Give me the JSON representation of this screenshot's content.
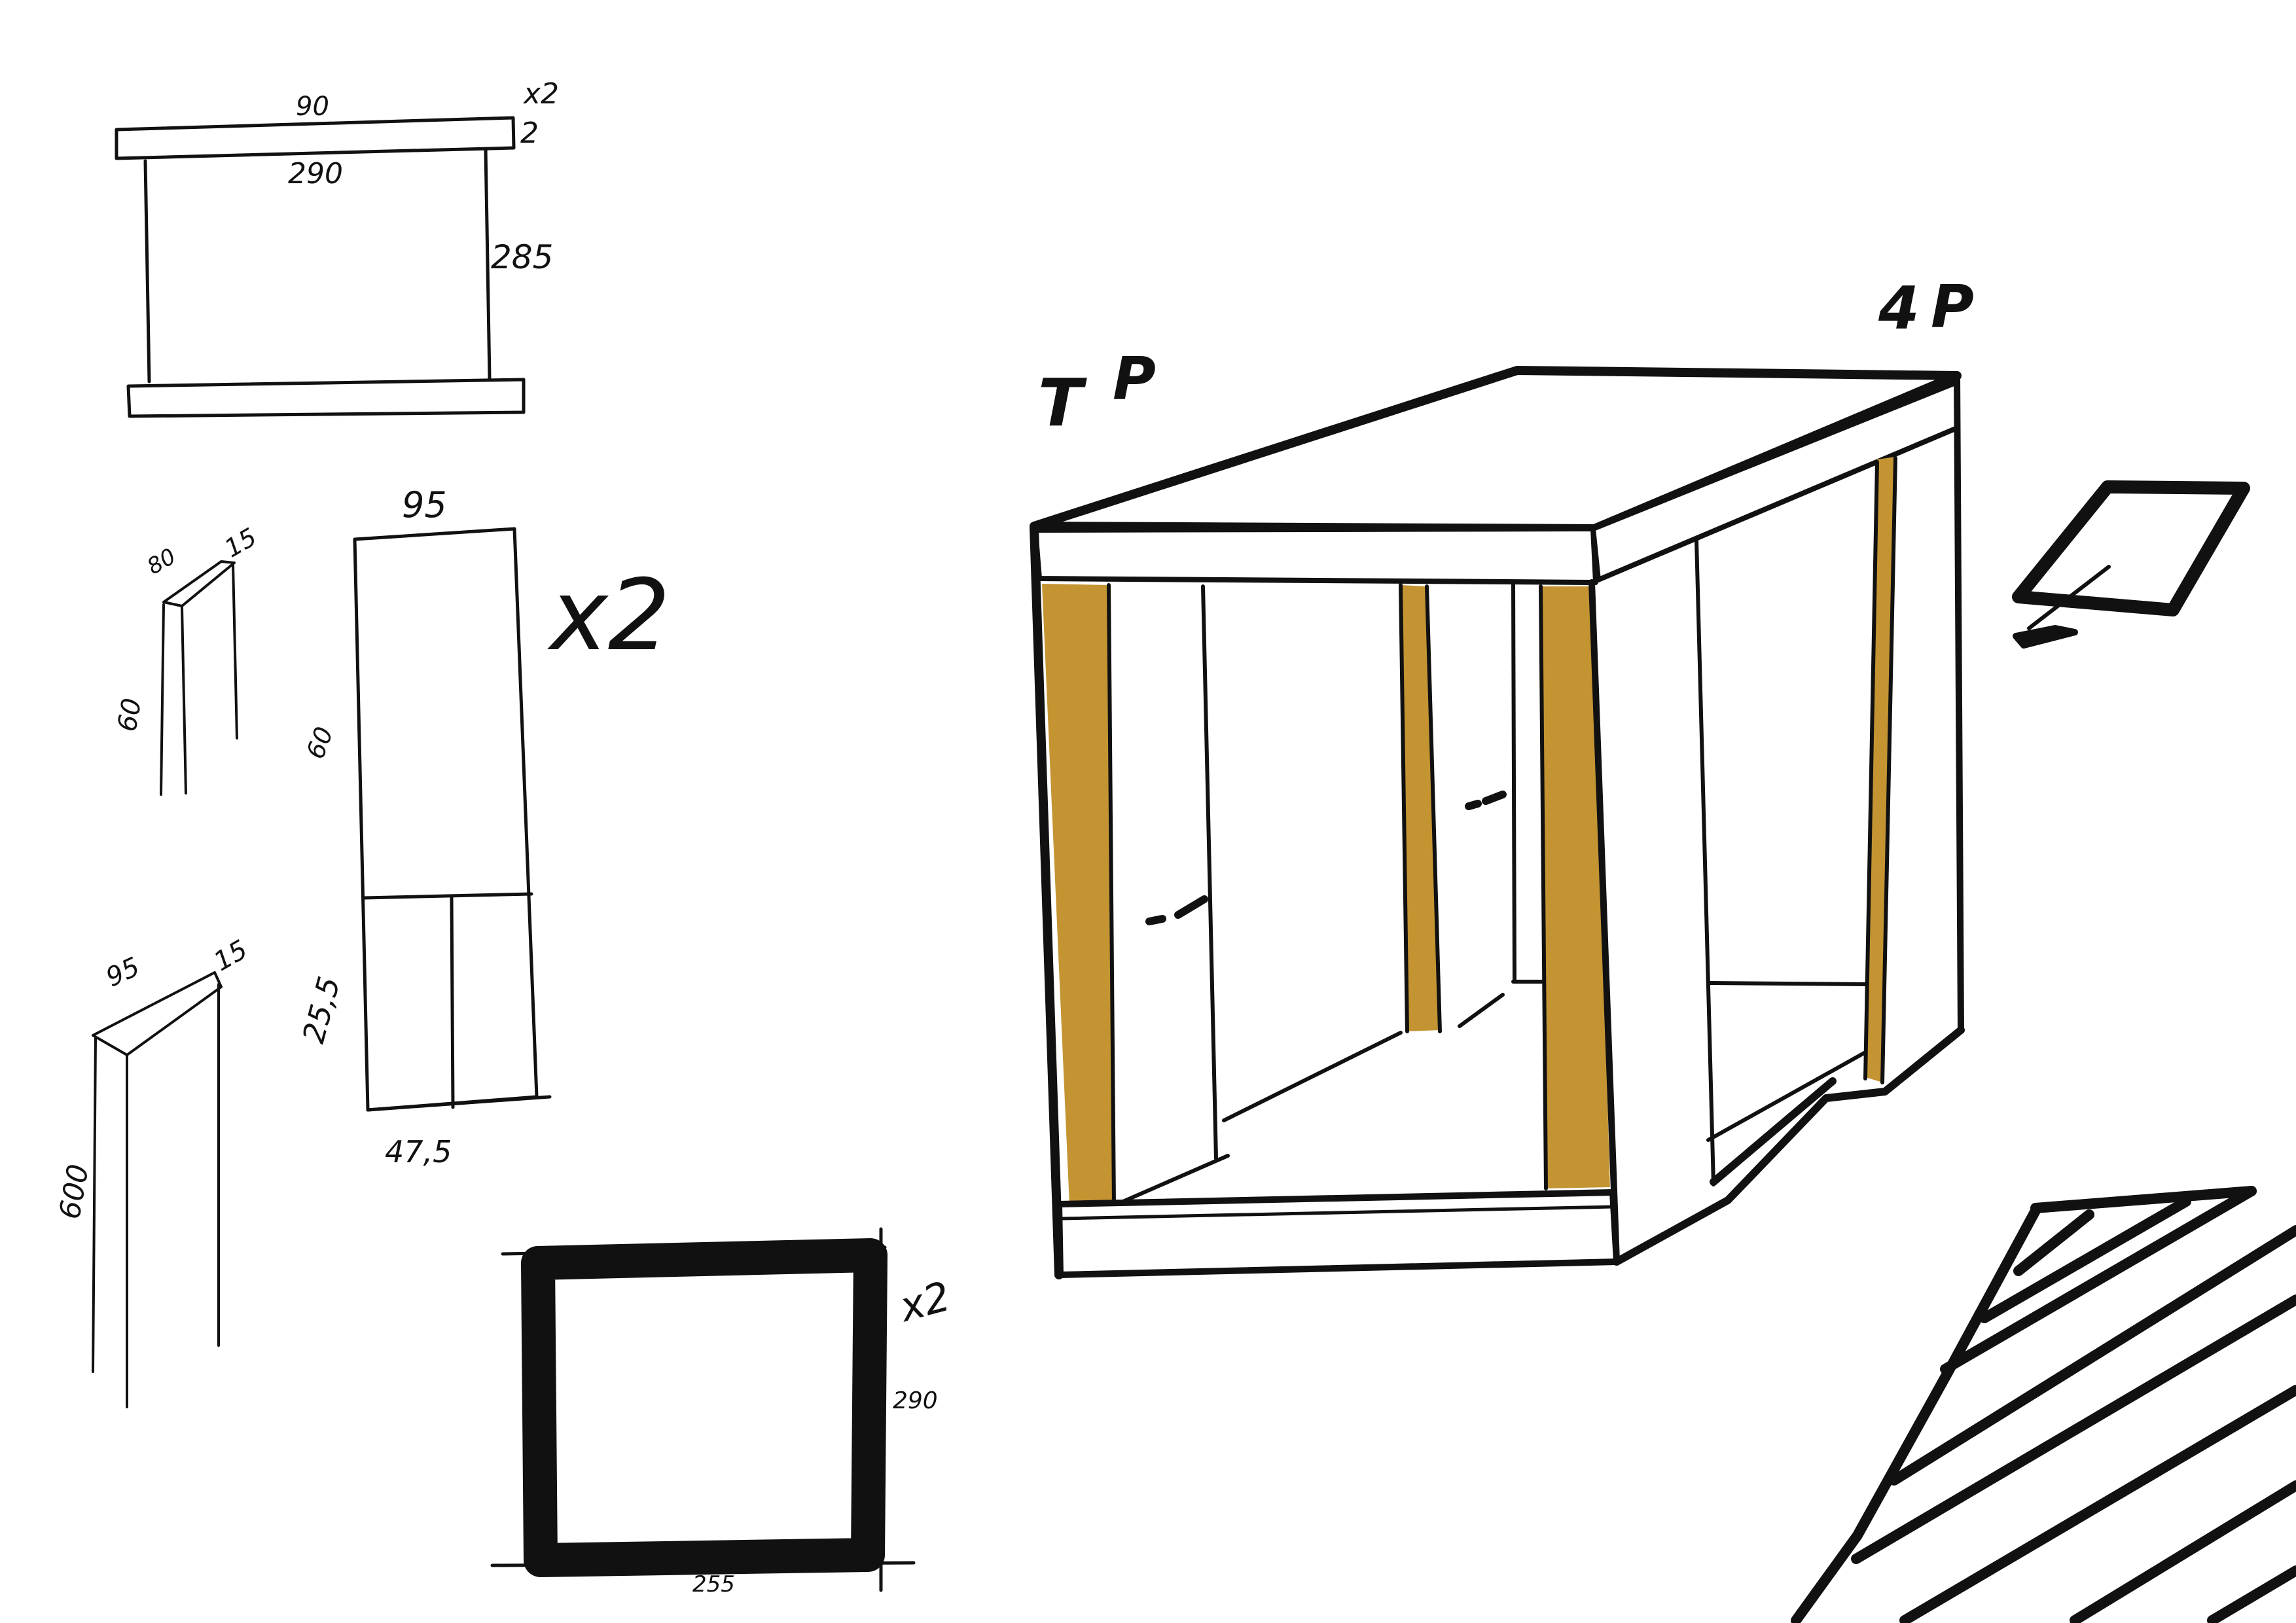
{
  "colors": {
    "ink": "#111111",
    "wood": "#C49433",
    "paper": "#ffffff"
  },
  "shelf_sketch": {
    "width_top": "90",
    "qty": "x2",
    "thickness": "2",
    "width_inner": "290",
    "height": "285"
  },
  "small_panel": {
    "depth": "80",
    "thickness": "15",
    "height": "60"
  },
  "side_panel": {
    "width": "95",
    "height": "60",
    "lower_height": "25,5",
    "lower_width": "47,5",
    "qty": "x2"
  },
  "tall_panel": {
    "width": "95",
    "thickness": "15",
    "height": "600"
  },
  "frame": {
    "qty": "x2",
    "height": "290",
    "width": "255"
  },
  "cabinet_3d": {
    "marks_left": [
      "T",
      "P"
    ],
    "marks_right": [
      "4",
      "P"
    ]
  }
}
